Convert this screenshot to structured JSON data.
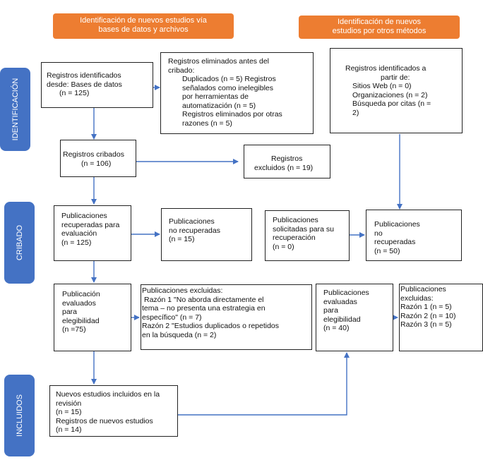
{
  "headers": {
    "db": [
      "Identificación de nuevos estudios vía",
      "bases de datos y archivos"
    ],
    "other": [
      "Identificación de nuevos",
      "estudios por otros métodos"
    ]
  },
  "phases": {
    "identification": "IDENTIFICACIÓN",
    "screening": "CRIBADO",
    "included": "INCLUIDOS"
  },
  "boxes": {
    "identified_db": [
      "Registros identificados",
      "desde: Bases de datos",
      "(n = 125)"
    ],
    "removed": [
      "Registros eliminados antes del",
      "cribado:",
      "Duplicados (n = 5)  Registros",
      "señalados como inelegibles",
      "por herramientas de",
      "automatización (n = 5)",
      "Registros eliminados por otras",
      "razones (n = 5)"
    ],
    "identified_other": [
      "Registros identificados a",
      "partir de:",
      "Sitios Web (n = 0)",
      "Organizaciones (n = 2)",
      "Búsqueda por citas (n =",
      "2)"
    ],
    "screened": [
      "Registros cribados",
      "(n = 106)"
    ],
    "excluded": [
      "Registros",
      "excluidos (n = 19)"
    ],
    "retrieval": [
      "Publicaciones",
      "recuperadas para",
      "evaluación",
      "(n = 125)"
    ],
    "not_retrieved": [
      "Publicaciones",
      "no recuperadas",
      "(n = 15)"
    ],
    "requested": [
      "Publicaciones",
      "solicitadas para su",
      "recuperación",
      "(n = 0)"
    ],
    "not_retrieved_other": [
      "Publicaciones",
      "no",
      "recuperadas",
      "(n = 50)"
    ],
    "eligibility": [
      "Publicación",
      "evaluados",
      "para",
      "elegibilidad",
      "(n =75)"
    ],
    "excluded_reasons": [
      "Publicaciones excluidas:",
      "Razón 1 \"No aborda directamente el",
      "tema – no presenta una estrategia en",
      "específico\" (n = 7)",
      "Razón 2 \"Estudios duplicados o repetidos",
      "en la búsqueda (n = 2)"
    ],
    "eligibility_other": [
      "Publicaciones",
      "evaluadas",
      "para",
      "elegibilidad",
      "(n = 40)"
    ],
    "excluded_other": [
      "Publicaciones",
      "excluidas:",
      "Razón 1 (n = 5)",
      "Razón 2 (n = 10)",
      "Razón 3 (n = 5)"
    ],
    "included": [
      "Nuevos estudios incluidos en la",
      "revisión",
      "(n = 15)",
      "Registros de nuevos estudios",
      "(n = 14)"
    ]
  },
  "colors": {
    "header": "#ED7D31",
    "phase": "#4472C4",
    "arrow": "#4472C4"
  }
}
